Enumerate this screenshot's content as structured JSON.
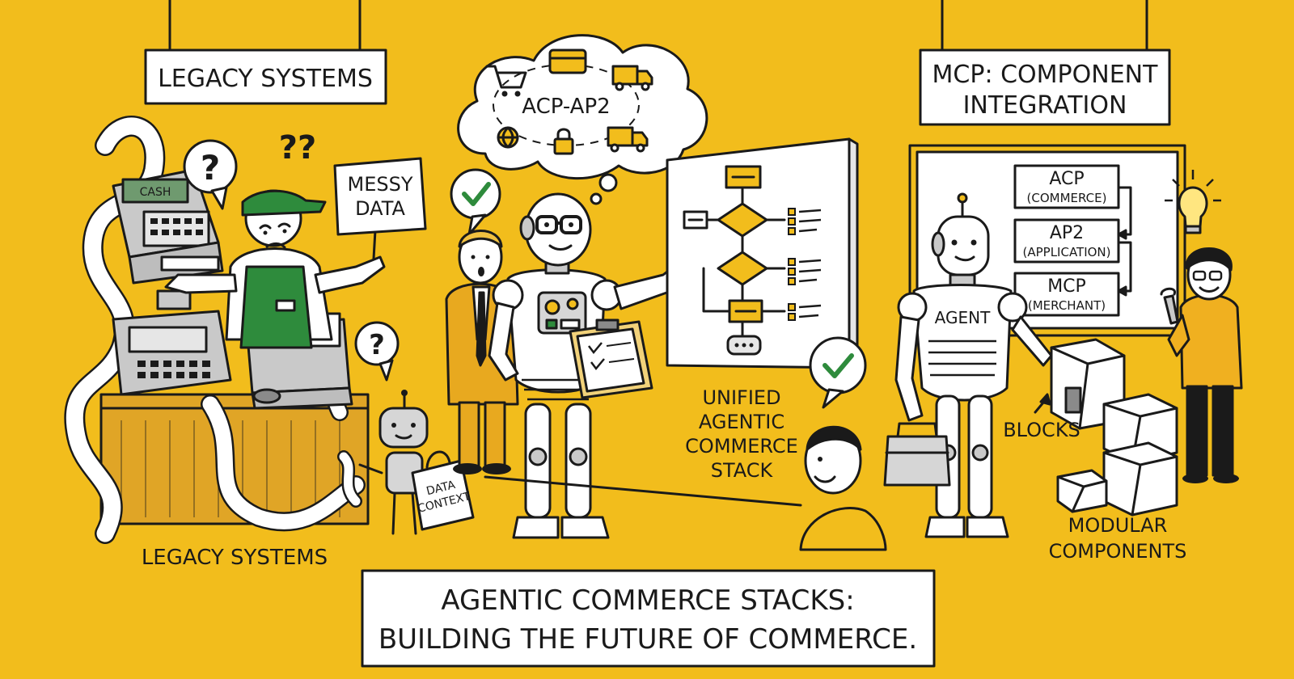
{
  "signs": {
    "legacy_systems": "LEGACY SYSTEMS",
    "mcp_line1": "MCP: COMPONENT",
    "mcp_line2": "INTEGRATION"
  },
  "thought_cloud": {
    "label": "ACP-AP2"
  },
  "speech": {
    "question": "?",
    "double_question": "??",
    "messy_data_line1": "MESSY",
    "messy_data_line2": "DATA"
  },
  "register": {
    "screen": "CASH"
  },
  "bag": {
    "line1": "DATA",
    "line2": "CONTEXT"
  },
  "captions": {
    "legacy_systems": "LEGACY SYSTEMS",
    "unified_line1": "UNIFIED",
    "unified_line2": "AGENTIC",
    "unified_line3": "COMMERCE",
    "unified_line4": "STACK",
    "blocks": "BLOCKS",
    "modular_line1": "MODULAR",
    "modular_line2": "COMPONENTS"
  },
  "stack_board": {
    "items": [
      {
        "title": "ACP",
        "subtitle": "(COMMERCE)"
      },
      {
        "title": "AP2",
        "subtitle": "(APPLICATION)"
      },
      {
        "title": "MCP",
        "subtitle": "(MERCHANT)"
      }
    ]
  },
  "robot_chest": {
    "label": "AGENT"
  },
  "banner": {
    "line1": "AGENTIC COMMERCE STACKS:",
    "line2": "BUILDING THE FUTURE OF COMMERCE."
  },
  "colors": {
    "background": "#f2bd1c",
    "ink": "#1a1a1a",
    "green": "#2e8b3c",
    "paper": "#ffffff",
    "metal": "#d6d6d6"
  }
}
